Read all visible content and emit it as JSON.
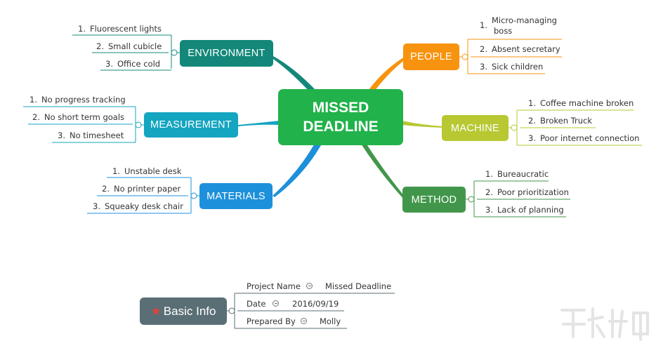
{
  "central": {
    "line1": "MISSED",
    "line2": "DEADLINE"
  },
  "categories": {
    "environment": {
      "label": "ENVIRONMENT",
      "items": [
        "Fluorescent lights",
        "Small cubicle",
        "Office cold"
      ]
    },
    "measurement": {
      "label": "MEASUREMENT",
      "items": [
        "No progress tracking",
        "No short term goals",
        "No timesheet"
      ]
    },
    "materials": {
      "label": "MATERIALS",
      "items": [
        "Unstable desk",
        "No printer paper",
        "Squeaky desk chair"
      ]
    },
    "people": {
      "label": "PEOPLE",
      "items": [
        "Micro-managing",
        "boss",
        "Absent secretary",
        "Sick children"
      ]
    },
    "machine": {
      "label": "MACHINE",
      "items": [
        "Coffee machine broken",
        "Broken Truck",
        "Poor internet connection"
      ]
    },
    "method": {
      "label": "METHOD",
      "items": [
        "Bureaucratic",
        "Poor prioritization",
        "Lack of planning"
      ]
    }
  },
  "numbers": [
    "1.",
    "2.",
    "3."
  ],
  "basic_info": {
    "label": "Basic Info",
    "rows": [
      {
        "key": "Project Name",
        "value": "Missed Deadline"
      },
      {
        "key": "Date",
        "value": "2016/09/19"
      },
      {
        "key": "Prepared By",
        "value": "Molly"
      }
    ]
  },
  "colors": {
    "central": "#21b24b",
    "environment": "#13887a",
    "measurement": "#14a5c0",
    "materials": "#1d90db",
    "people": "#f7930e",
    "machine": "#b7c832",
    "method": "#42964b",
    "basic": "#5a6e75"
  }
}
